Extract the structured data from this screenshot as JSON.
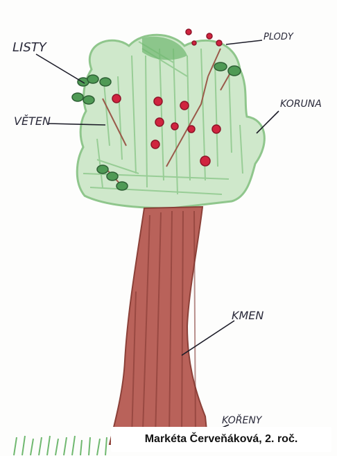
{
  "labels": {
    "leaves": "LISTY",
    "branch": "VĚTEN",
    "fruits": "PLODY",
    "crown": "KORUNA",
    "trunk": "KMEN",
    "roots": "KOŘENY"
  },
  "caption": "Markéta Červeňáková, 2. roč.",
  "colors": {
    "crown": "#6fb86f",
    "trunk": "#a4564b",
    "fruit": "#d0243f",
    "line": "#1c1c28"
  },
  "icons": [
    "tree-drawing"
  ]
}
